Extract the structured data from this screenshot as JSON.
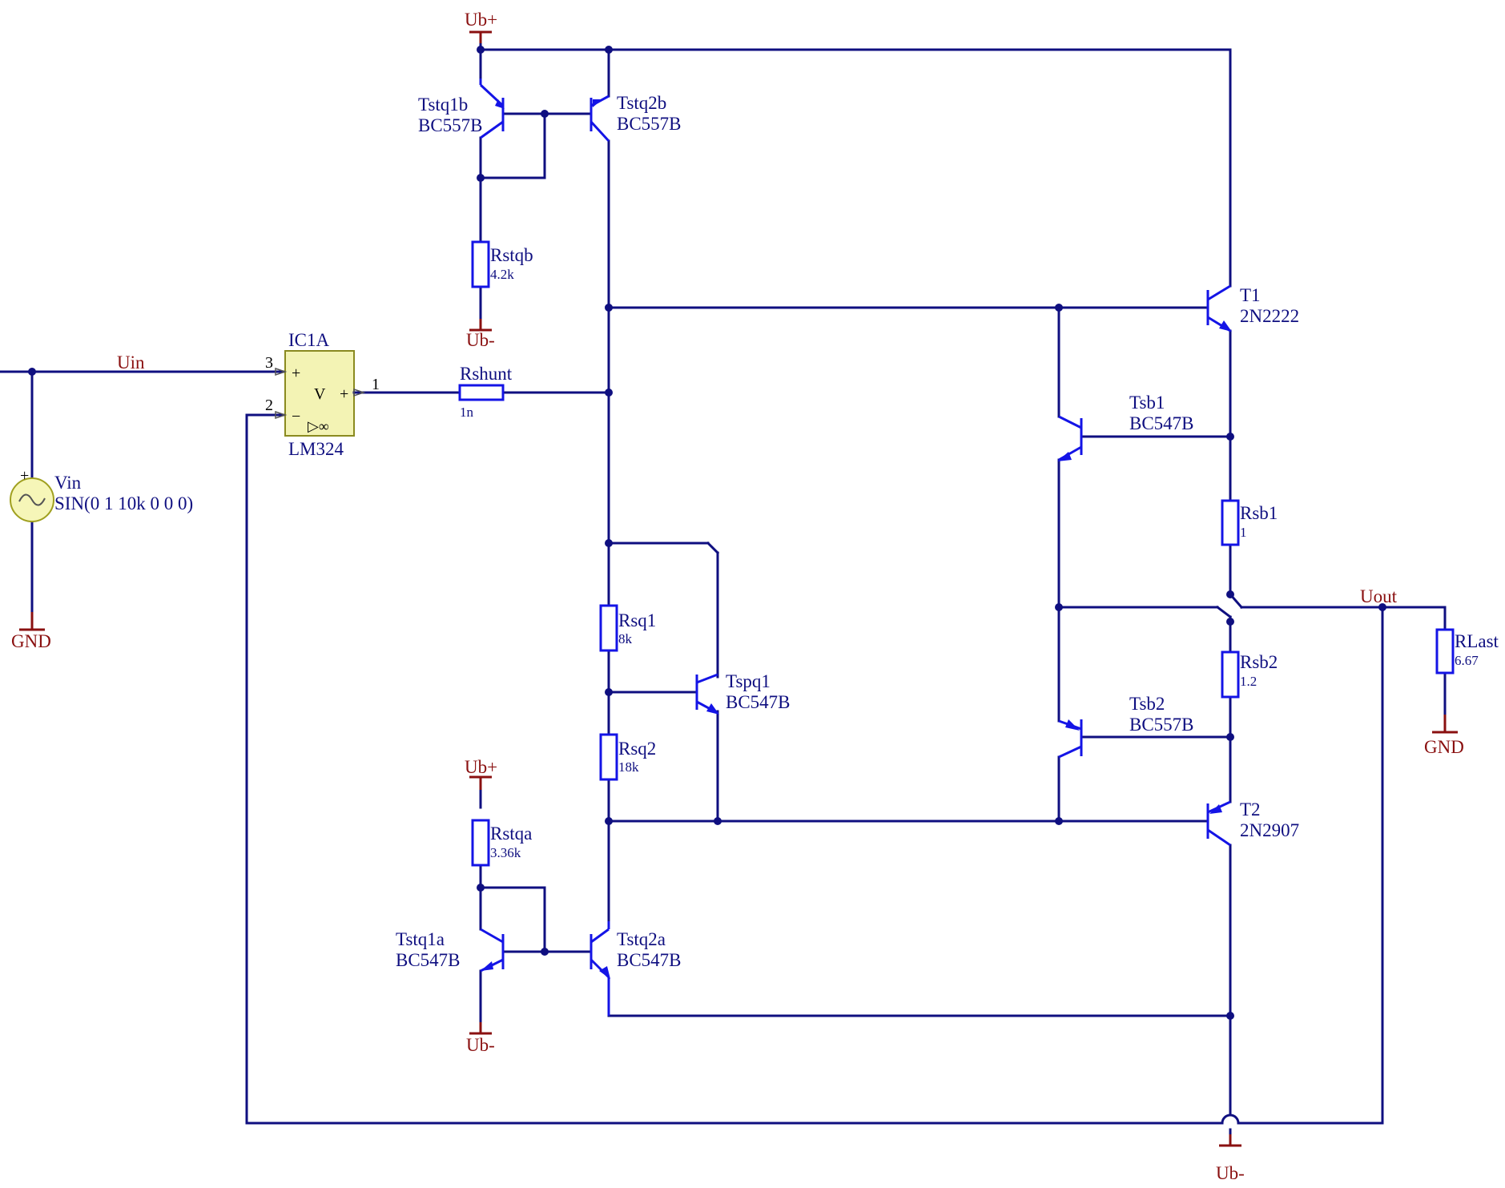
{
  "nets": {
    "ub_plus_top": "Ub+",
    "ub_minus_rstqb": "Ub-",
    "ub_plus_rstqa": "Ub+",
    "ub_minus_tstq1a": "Ub-",
    "ub_minus_bottom": "Ub-",
    "gnd_source": "GND",
    "gnd_load": "GND",
    "uin": "Uin",
    "uout": "Uout"
  },
  "opamp": {
    "ref": "IC1A",
    "part": "LM324",
    "pin_plus": "3",
    "pin_minus": "2",
    "pin_out": "1",
    "sym_plus": "+",
    "sym_minus": "−",
    "sym_out": "+",
    "sym_v": "V",
    "sym_inf": "▷∞"
  },
  "source": {
    "ref": "Vin",
    "value": "SIN(0 1 10k 0 0 0)",
    "polarity": "+"
  },
  "resistors": {
    "rstqb": {
      "ref": "Rstqb",
      "value": "4.2k"
    },
    "rstqa": {
      "ref": "Rstqa",
      "value": "3.36k"
    },
    "rshunt": {
      "ref": "Rshunt",
      "value": "1n"
    },
    "rsq1": {
      "ref": "Rsq1",
      "value": "8k"
    },
    "rsq2": {
      "ref": "Rsq2",
      "value": "18k"
    },
    "rsb1": {
      "ref": "Rsb1",
      "value": "1"
    },
    "rsb2": {
      "ref": "Rsb2",
      "value": "1.2"
    },
    "rlast": {
      "ref": "RLast",
      "value": "6.67"
    }
  },
  "transistors": {
    "tstq1b": {
      "ref": "Tstq1b",
      "part": "BC557B"
    },
    "tstq2b": {
      "ref": "Tstq2b",
      "part": "BC557B"
    },
    "tstq1a": {
      "ref": "Tstq1a",
      "part": "BC547B"
    },
    "tstq2a": {
      "ref": "Tstq2a",
      "part": "BC547B"
    },
    "tspq1": {
      "ref": "Tspq1",
      "part": "BC547B"
    },
    "t1": {
      "ref": "T1",
      "part": "2N2222"
    },
    "t2": {
      "ref": "T2",
      "part": "2N2907"
    },
    "tsb1": {
      "ref": "Tsb1",
      "part": "BC547B"
    },
    "tsb2": {
      "ref": "Tsb2",
      "part": "BC557B"
    }
  }
}
